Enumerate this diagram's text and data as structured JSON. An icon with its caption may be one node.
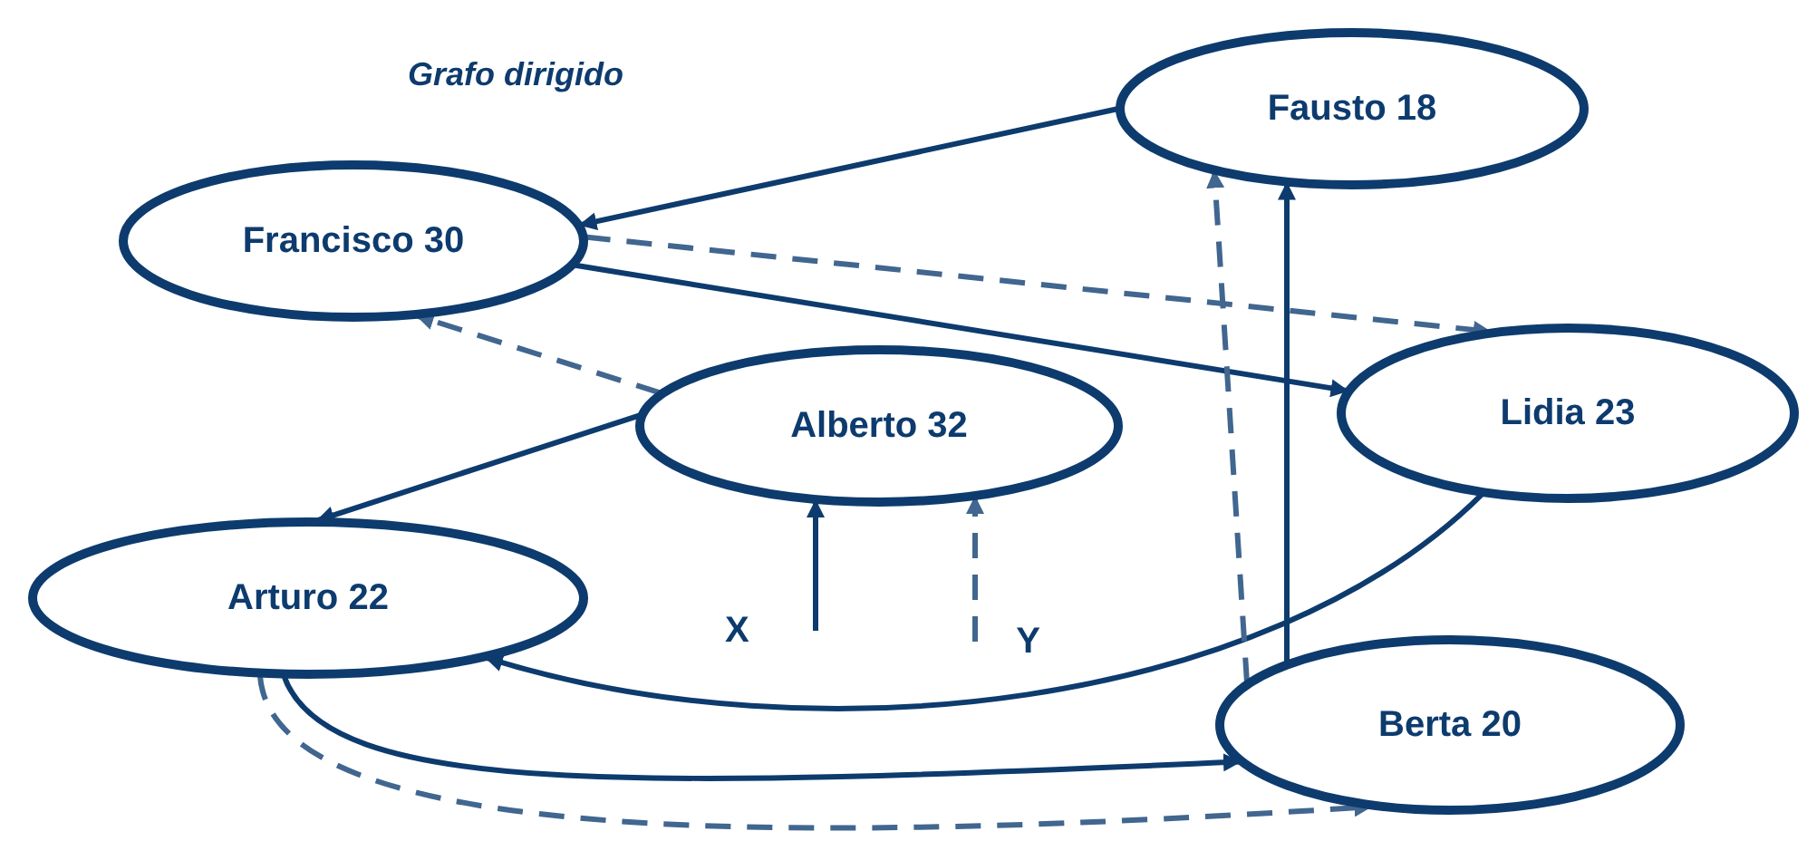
{
  "diagram": {
    "title": "Grafo dirigido",
    "nodes": [
      {
        "text": [
          "Fausto 18"
        ]
      },
      {
        "text": [
          "Francisco 30"
        ]
      },
      {
        "text": [
          "Alberto 32"
        ]
      },
      {
        "text": [
          "Lidia 23"
        ]
      },
      {
        "text": [
          "Arturo 22"
        ]
      },
      {
        "text": [
          "Berta 20"
        ]
      },
      {
        "text": [
          "X"
        ]
      },
      {
        "text": [
          "Y"
        ]
      }
    ],
    "edges": [
      {
        "from": 0,
        "to": 1,
        "arrow": "to"
      },
      {
        "from": 1,
        "to": 3,
        "arrow": "to",
        "style": "dashed",
        "color": "#41668f"
      },
      {
        "from": 1,
        "to": 3,
        "arrow": "to"
      },
      {
        "from": 2,
        "to": 1,
        "arrow": "to",
        "style": "dashed",
        "color": "#41668f"
      },
      {
        "from": 2,
        "to": 4,
        "arrow": "to"
      },
      {
        "from": 6,
        "to": 2,
        "arrow": "to"
      },
      {
        "from": 7,
        "to": 2,
        "arrow": "to",
        "style": "dashed",
        "color": "#41668f"
      },
      {
        "from": 3,
        "to": 4,
        "arrow": "to"
      },
      {
        "from": 4,
        "to": 5,
        "arrow": "to"
      },
      {
        "from": 4,
        "to": 5,
        "arrow": "to",
        "style": "dashed",
        "color": "#41668f"
      },
      {
        "from": 5,
        "to": 0,
        "arrow": "to",
        "style": "dashed",
        "color": "#41668f"
      },
      {
        "from": 5,
        "to": 0,
        "arrow": "to"
      }
    ]
  }
}
